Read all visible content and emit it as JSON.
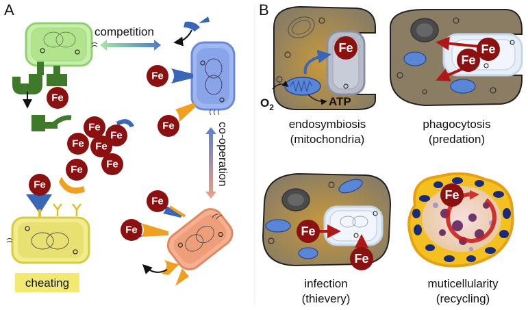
{
  "panels": {
    "a": "A",
    "b": "B"
  },
  "panel_a": {
    "competition": "competition",
    "cooperation": "co-operation",
    "cheating": "cheating",
    "fe": "Fe"
  },
  "panel_b": {
    "o2": "O",
    "o2_sub": "2",
    "atp": "ATP",
    "endosymbiosis": "endosymbiosis",
    "endosymbiosis_sub": "(mitochondria)",
    "phagocytosis": "phagocytosis",
    "phagocytosis_sub": "(predation)",
    "infection": "infection",
    "infection_sub": "(thievery)",
    "multicellularity": "muticellularity",
    "multicellularity_sub": "(recycling)"
  },
  "colors": {
    "iron": "#8b1010",
    "green_cell": "#b8e89a",
    "blue_cell": "#8ca8ec",
    "yellow_cell": "#ede67a",
    "orange_cell": "#f0a07c",
    "host_cell": "#8a7d64",
    "host_glow": "#c99a3a",
    "siderophore_green": "#3e7a2a",
    "siderophore_blue": "#3a66b8",
    "siderophore_orange": "#f0a020"
  }
}
